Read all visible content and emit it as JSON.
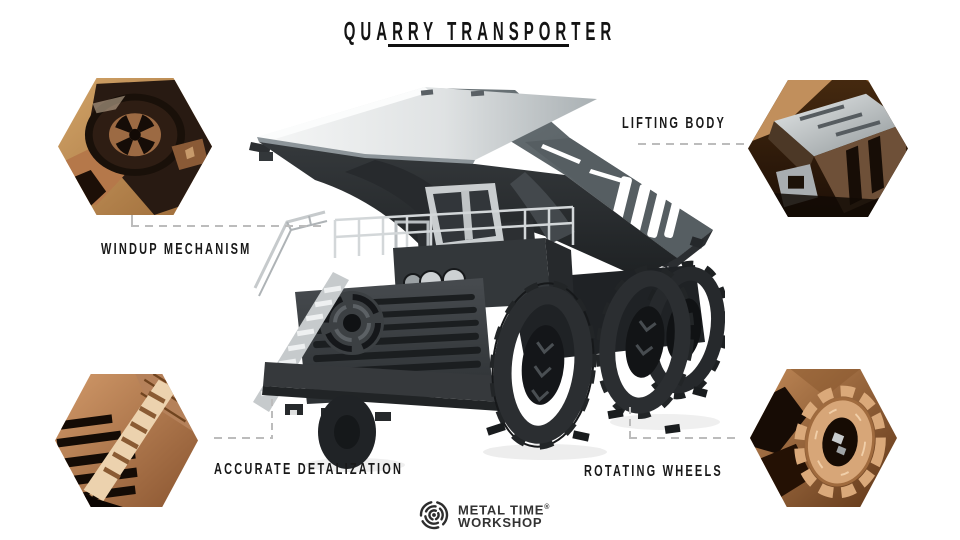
{
  "title": {
    "text": "QUARRY TRANSPORTER"
  },
  "callouts": {
    "windup": {
      "label": "WINDUP MECHANISM"
    },
    "lifting": {
      "label": "LIFTING BODY"
    },
    "detalization": {
      "label": "ACCURATE DETALIZATION"
    },
    "wheels": {
      "label": "ROTATING WHEELS"
    }
  },
  "photos": {
    "windup": "windup mechanism close-up (copper gear disc on wood)",
    "lifting": "lifting dump body close-up (steel box)",
    "detalization": "access stairs close-up (copper ladder detail)",
    "wheels": "gear wheel close-up (copper rotating wheel)"
  },
  "logo": {
    "brand": "METAL TIME",
    "registered": "®",
    "division": "WORKSHOP",
    "mark": "concentric-broken-rings-icon"
  },
  "colors": {
    "background": "#ffffff",
    "text": "#1b1b1b",
    "dashed_line": "#bcbcbc",
    "underline": "#101010",
    "truck_body": "#3c4145",
    "canopy_top": "#eceded",
    "copper_photo": "#c08a5d"
  }
}
